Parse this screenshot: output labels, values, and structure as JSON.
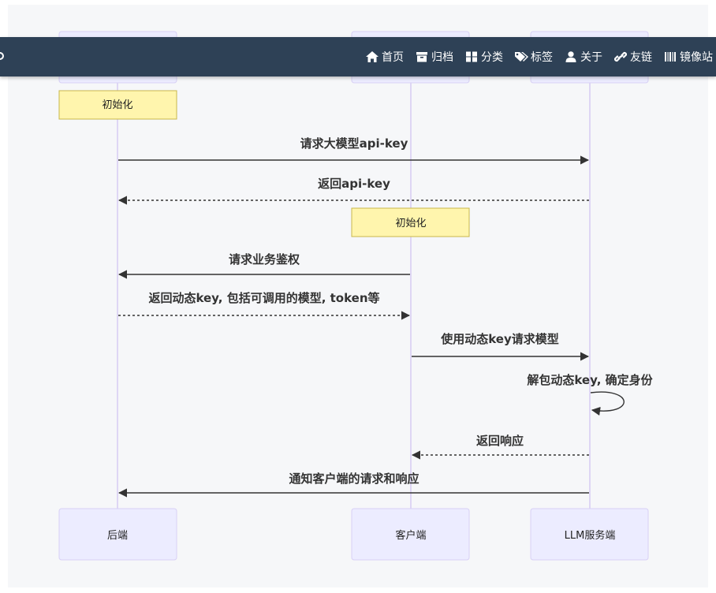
{
  "nav": {
    "items": [
      {
        "label": "首页",
        "icon": "home-icon"
      },
      {
        "label": "归档",
        "icon": "archive-icon"
      },
      {
        "label": "分类",
        "icon": "categories-icon"
      },
      {
        "label": "标签",
        "icon": "tags-icon"
      },
      {
        "label": "关于",
        "icon": "user-icon"
      },
      {
        "label": "友链",
        "icon": "link-icon"
      },
      {
        "label": "镜像站",
        "icon": "mirror-icon"
      }
    ]
  },
  "diagram": {
    "actors": [
      "后端",
      "客户端",
      "LLM服务端"
    ],
    "notes": [
      "初始化",
      "初始化"
    ],
    "messages": [
      "请求大模型api-key",
      "返回api-key",
      "请求业务鉴权",
      "返回动态key, 包括可调用的模型, token等",
      "使用动态key请求模型",
      "解包动态key, 确定身份",
      "返回响应",
      "通知客户端的请求和响应"
    ]
  },
  "colors": {
    "navbar": "#2e4156",
    "actor_fill": "#ececff",
    "lifeline": "#d6ccf3",
    "note_fill": "#fff5ad",
    "background": "#f6f7f9"
  }
}
